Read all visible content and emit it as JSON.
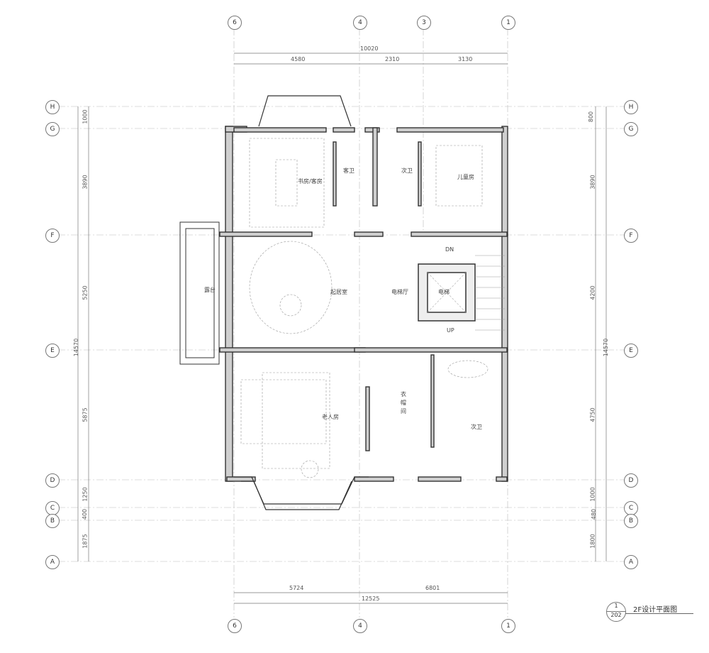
{
  "drawing": {
    "title": "2F设计平面图",
    "sheet_number": "1",
    "sheet_ref": "202"
  },
  "grid_columns": {
    "top": [
      "6",
      "4",
      "3",
      "1"
    ],
    "bottom": [
      "6",
      "4",
      "1"
    ]
  },
  "grid_rows": {
    "left": [
      "H",
      "G",
      "F",
      "E",
      "D",
      "C",
      "B",
      "A"
    ],
    "right": [
      "H",
      "G",
      "F",
      "E",
      "D",
      "C",
      "B",
      "A"
    ]
  },
  "dimensions": {
    "top_total": "10020",
    "top_segments": [
      "4580",
      "2310",
      "3130"
    ],
    "bottom_segments": [
      "5724",
      "6801"
    ],
    "bottom_total": "12525",
    "left_segments": [
      "1000",
      "3890",
      "5250",
      "5875",
      "1250",
      "400",
      "1875"
    ],
    "left_total": "14570",
    "right_segments": [
      "800",
      "3890",
      "4200",
      "4750",
      "1000",
      "480",
      "1800"
    ],
    "right_total": "14570"
  },
  "rooms": {
    "study_guest": "书房/客房",
    "guest_bath": "客卫",
    "second_bath_top": "次卫",
    "kids_room": "儿童房",
    "terrace": "露台",
    "living": "起居室",
    "elevator_hall": "电梯厅",
    "elevator": "电梯",
    "stair_dn": "DN",
    "stair_up": "UP",
    "elder_room": "老人房",
    "closet": "衣帽间",
    "second_bath_bottom": "次卫"
  }
}
